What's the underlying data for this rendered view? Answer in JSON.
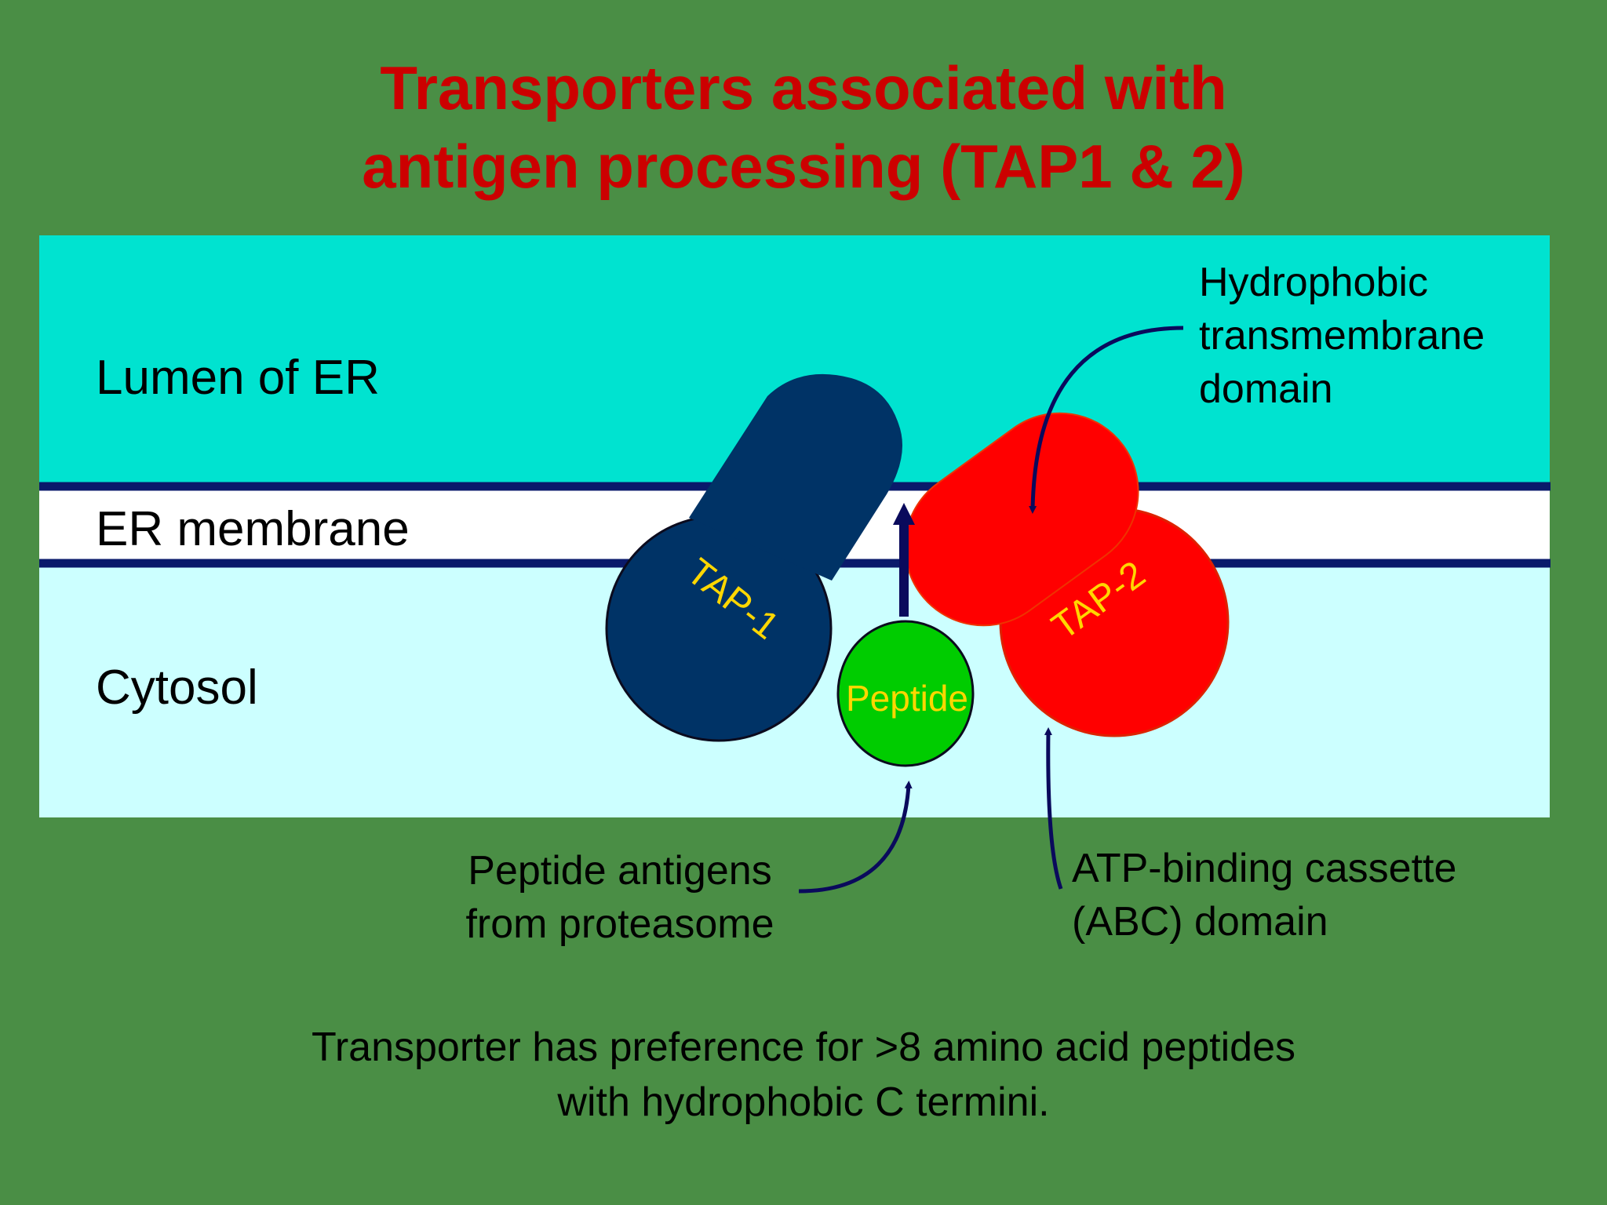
{
  "title": {
    "line1": "Transporters associated with",
    "line2": "antigen processing (TAP1 & 2)"
  },
  "regions": {
    "lumen": "Lumen of ER",
    "membrane": "ER membrane",
    "cytosol": "Cytosol"
  },
  "proteins": {
    "tap1": "TAP-1",
    "tap2": "TAP-2",
    "peptide": "Peptide"
  },
  "callouts": {
    "hydrophobic": [
      "Hydrophobic",
      "transmembrane",
      "domain"
    ],
    "peptide_source": [
      "Peptide antigens",
      "from proteasome"
    ],
    "abc": [
      "ATP-binding cassette",
      "(ABC) domain"
    ]
  },
  "footer": {
    "line1": "Transporter has preference for >8 amino acid peptides",
    "line2": "with hydrophobic C termini."
  },
  "colors": {
    "background": "#4a8e45",
    "title": "#cc0000",
    "lumen": "#00e3d0",
    "membrane": "#ffffff",
    "membrane_line": "#0a1a6b",
    "cytosol": "#ccffff",
    "tap1": "#003366",
    "tap2": "#ff0000",
    "peptide": "#00cc00",
    "protein_label": "#ffd700",
    "arrow": "#0a0a5c"
  }
}
